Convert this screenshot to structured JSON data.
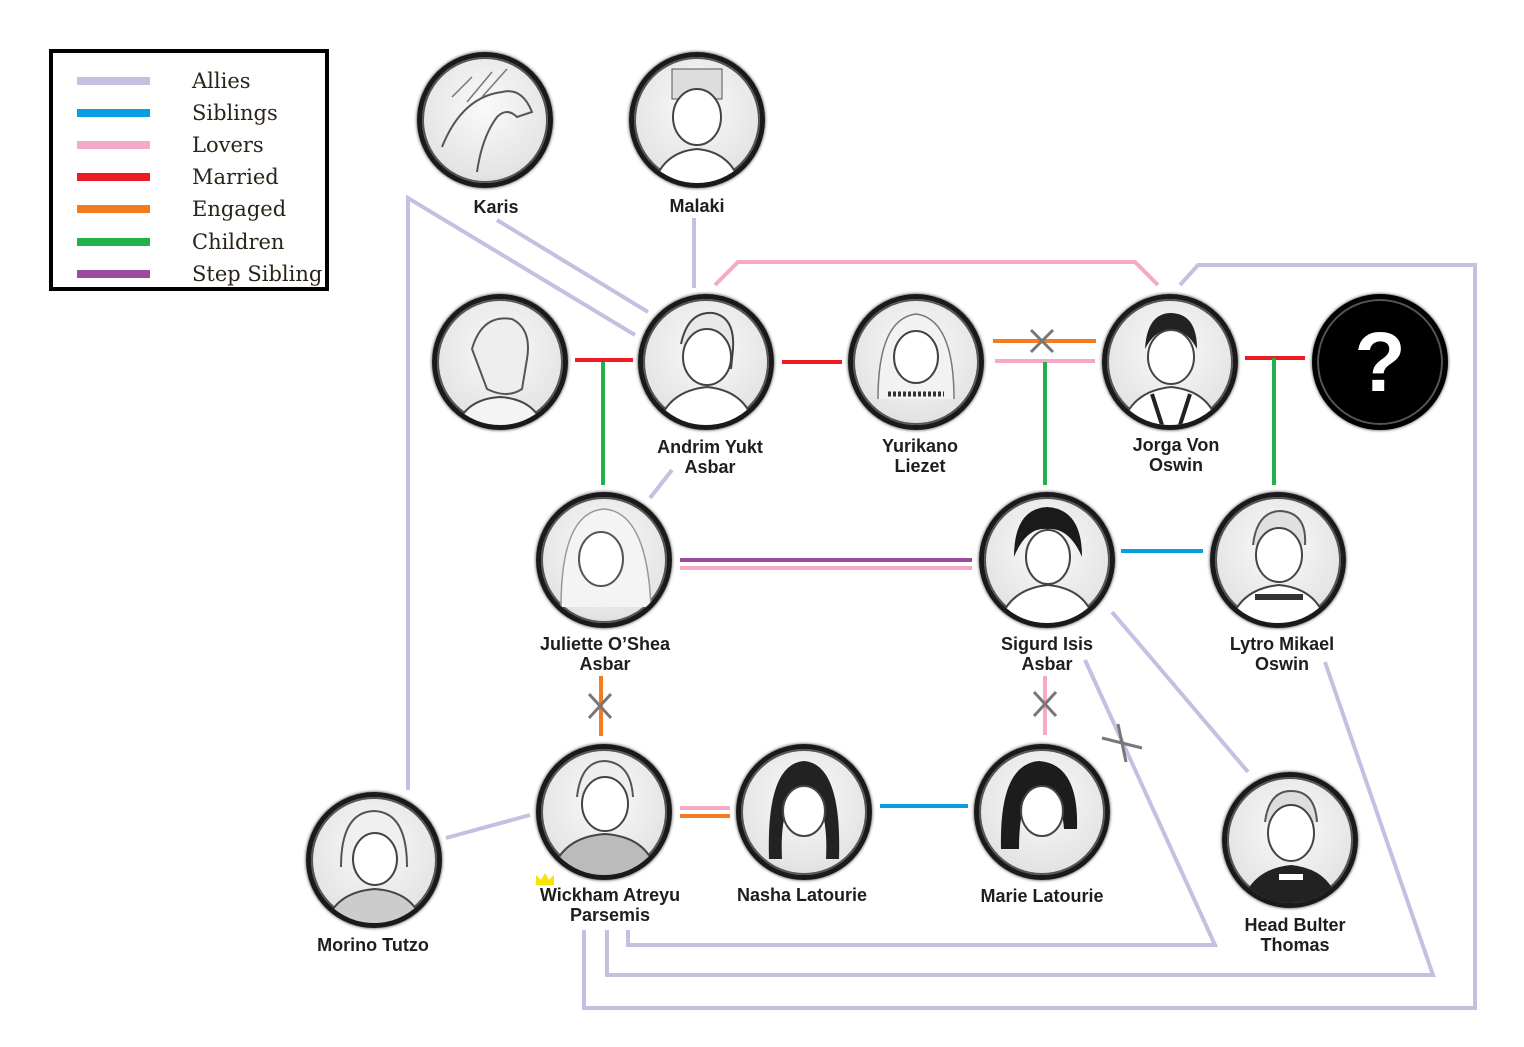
{
  "legend": {
    "items": [
      {
        "label": "Allies",
        "color": "#c5c0e2"
      },
      {
        "label": "Siblings",
        "color": "#0a9ee0"
      },
      {
        "label": "Lovers",
        "color": "#f7a8c8"
      },
      {
        "label": "Married",
        "color": "#ec1c24"
      },
      {
        "label": "Engaged",
        "color": "#f47c20"
      },
      {
        "label": "Children",
        "color": "#22b04b"
      },
      {
        "label": "Step Sibling",
        "color": "#9b4a9f"
      }
    ]
  },
  "characters": {
    "karis": {
      "line1": "Karis"
    },
    "malaki": {
      "line1": "Malaki"
    },
    "andrim": {
      "line1": "Andrim Yukt",
      "line2": "Asbar"
    },
    "yurikano": {
      "line1": "Yurikano",
      "line2": "Liezet"
    },
    "jorga": {
      "line1": "Jorga Von",
      "line2": "Oswin"
    },
    "unknown": {
      "symbol": "?"
    },
    "juliette": {
      "line1": "Juliette O’Shea",
      "line2": "Asbar"
    },
    "sigurd": {
      "line1": "Sigurd Isis",
      "line2": "Asbar"
    },
    "lytro": {
      "line1": "Lytro Mikael",
      "line2": "Oswin"
    },
    "morino": {
      "line1": "Morino Tutzo"
    },
    "wickham": {
      "line1": "Wickham Atreyu",
      "line2": "Parsemis"
    },
    "nasha": {
      "line1": "Nasha Latourie"
    },
    "marie": {
      "line1": "Marie Latourie"
    },
    "thomas": {
      "line1": "Head Bulter",
      "line2": "Thomas"
    }
  }
}
